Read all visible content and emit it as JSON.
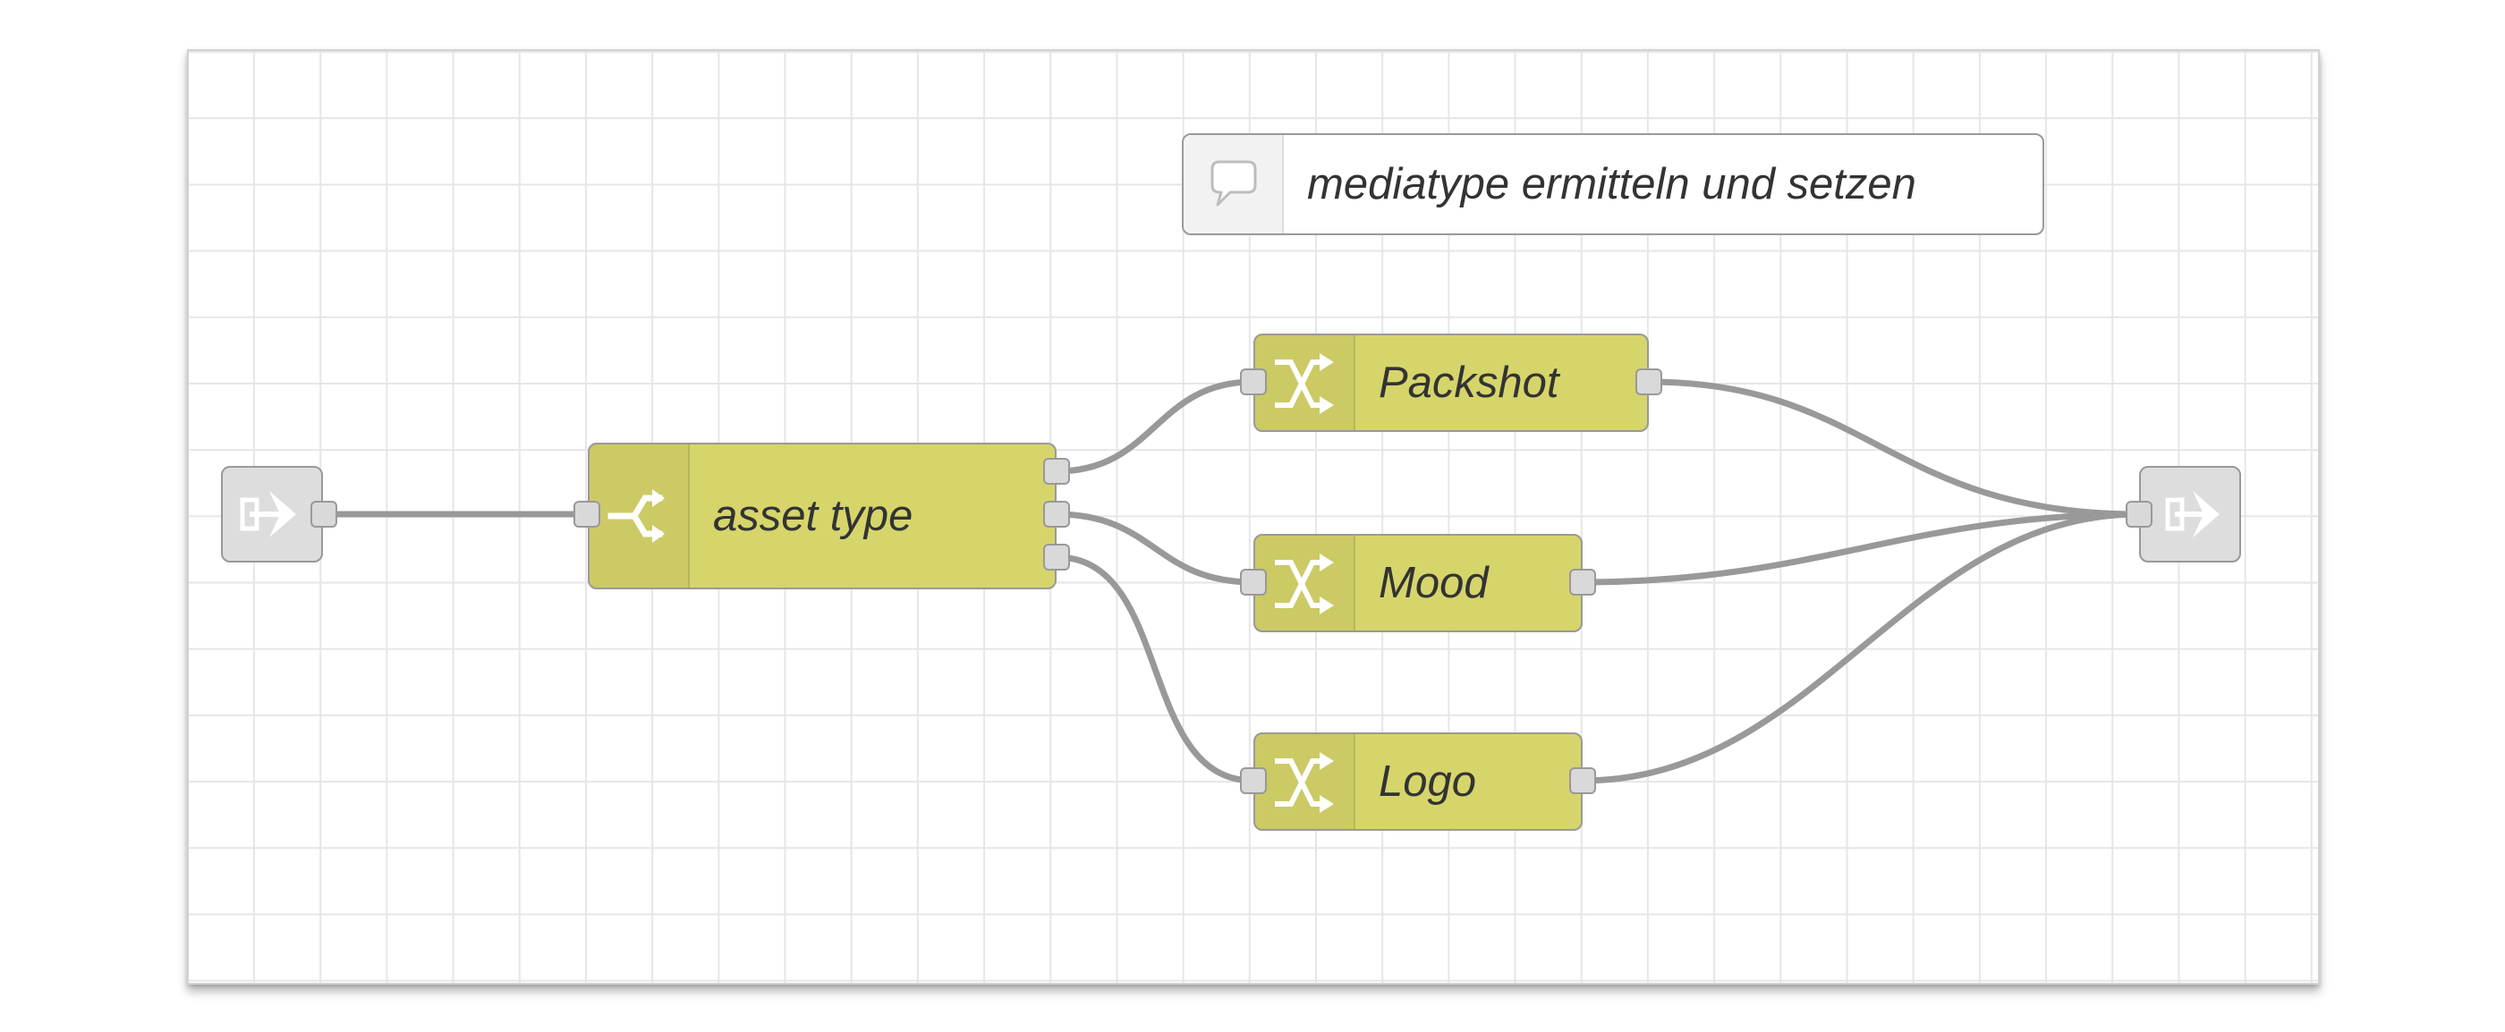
{
  "flow": {
    "comment_label": "mediatype ermitteln und setzen",
    "switch_node": {
      "label": "asset type",
      "icon": "switch-icon",
      "outputs": 3
    },
    "change_nodes": [
      {
        "label": "Packshot",
        "icon": "shuffle-icon"
      },
      {
        "label": "Mood",
        "icon": "shuffle-icon"
      },
      {
        "label": "Logo",
        "icon": "shuffle-icon"
      }
    ],
    "link_in": {
      "icon": "link-in-icon"
    },
    "link_out": {
      "icon": "link-out-icon"
    },
    "colors": {
      "function_node": "#d6d56b",
      "link_node": "#dddddd",
      "wire": "#999999",
      "grid": "#e6e6e6",
      "node_border": "#999999"
    },
    "connections": [
      {
        "from": "link-in",
        "to": "asset type"
      },
      {
        "from": "asset type",
        "to": "Packshot"
      },
      {
        "from": "asset type",
        "to": "Mood"
      },
      {
        "from": "asset type",
        "to": "Logo"
      },
      {
        "from": "Packshot",
        "to": "link-out"
      },
      {
        "from": "Mood",
        "to": "link-out"
      },
      {
        "from": "Logo",
        "to": "link-out"
      }
    ]
  }
}
